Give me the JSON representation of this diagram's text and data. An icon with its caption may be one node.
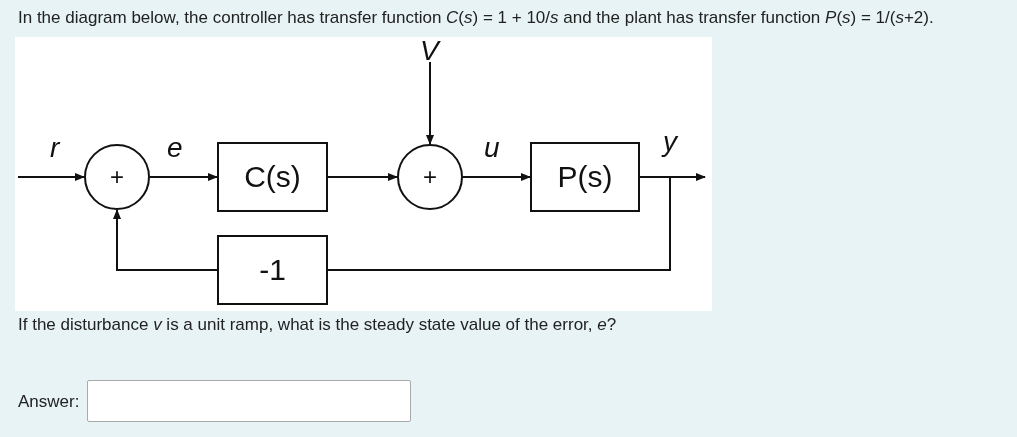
{
  "diagram": {
    "title": "In the diagram below, the controller has transfer function *C*(*s*) = 1 + 10/*s* and the plant has transfer function *P*(*s*) = 1/(*s*+2).",
    "nodes": [
      {
        "text": [
          "+"
        ]
      },
      {
        "text": [
          "C(s)"
        ]
      },
      {
        "text": [
          "+"
        ]
      },
      {
        "text": [
          "P(s)"
        ]
      },
      {
        "text": [
          "-1"
        ]
      }
    ],
    "edges": [
      {
        "from": null,
        "to": 0,
        "arrow": "to",
        "label": "r"
      },
      {
        "from": 0,
        "to": 1,
        "arrow": "to",
        "label": "e"
      },
      {
        "from": 1,
        "to": 2,
        "arrow": "to"
      },
      {
        "from": null,
        "to": 2,
        "arrow": "to",
        "label": "V"
      },
      {
        "from": 2,
        "to": 3,
        "arrow": "to",
        "label": "u"
      },
      {
        "from": 3,
        "to": null,
        "arrow": "to",
        "label": "y"
      },
      {
        "from": 3,
        "to": 4,
        "arrow": "none"
      },
      {
        "from": 4,
        "to": 0,
        "arrow": "to"
      }
    ],
    "labels": [
      "If the disturbance *v* is a unit ramp, what is the steady state value of the error, *e*?",
      "Answer:"
    ]
  }
}
